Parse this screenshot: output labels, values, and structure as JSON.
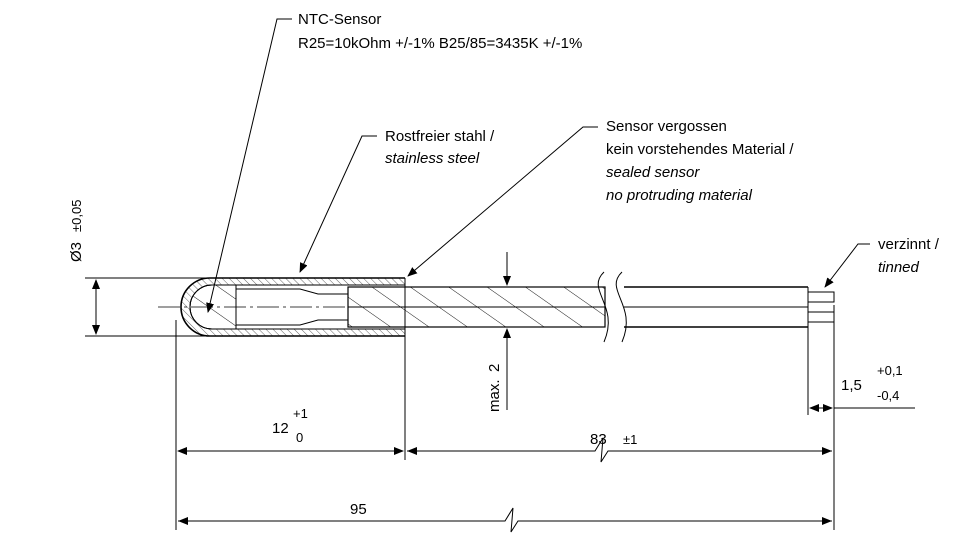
{
  "callouts": {
    "ntc_title": "NTC-Sensor",
    "ntc_spec": "R25=10kOhm +/-1% B25/85=3435K +/-1%",
    "steel_de": "Rostfreier stahl /",
    "steel_en": "stainless steel",
    "sealed_de1": "Sensor vergossen",
    "sealed_de2": "kein vorstehendes Material /",
    "sealed_en1": "sealed sensor",
    "sealed_en2": "no protruding material",
    "tinned_de": "verzinnt /",
    "tinned_en": "tinned"
  },
  "dimensions": {
    "diameter_symbol": "Ø3",
    "diameter_tol": "±0,05",
    "max_label": "max.",
    "max_value": "2",
    "len12_value": "12",
    "len12_upper": "+1",
    "len12_lower": "0",
    "len83_value": "83",
    "len83_tol": "±1",
    "len95_value": "95",
    "strip_value": "1,5",
    "strip_upper": "+0,1",
    "strip_lower": "-0,4"
  }
}
